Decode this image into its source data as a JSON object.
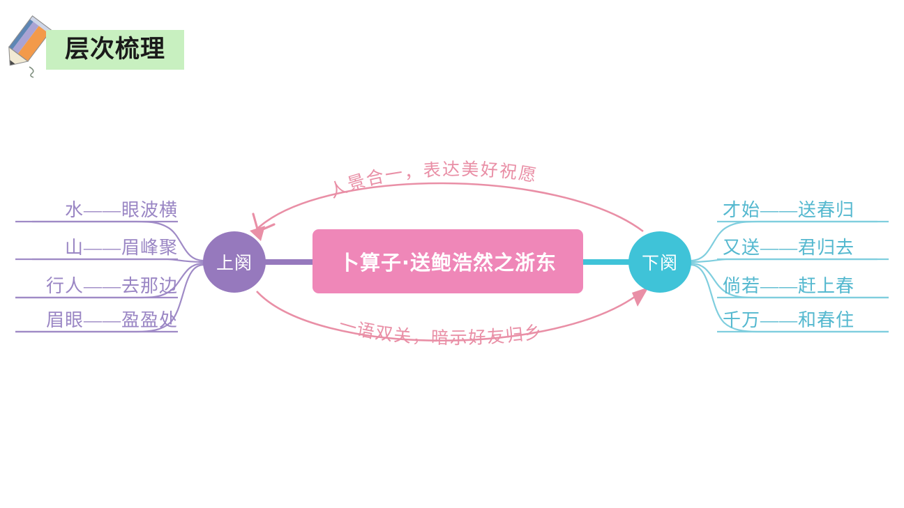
{
  "header": {
    "title": "层次梳理",
    "pencil_icon": "pencil-icon",
    "highlight_color": "#c8f0c0"
  },
  "colors": {
    "left_branch": "#9679bd",
    "left_branch_text": "#9a86c4",
    "right_branch": "#3fc3d8",
    "right_branch_text": "#54b8cf",
    "center": "#ef87b8",
    "arrow": "#e98fa6"
  },
  "center_node": {
    "label": "卜算子·送鲍浩然之浙东"
  },
  "branches": {
    "left": {
      "node_label": "上阕",
      "items": [
        {
          "label": "水——眼波横"
        },
        {
          "label": "山——眉峰聚"
        },
        {
          "label": "行人——去那边"
        },
        {
          "label": "眉眼——盈盈处"
        }
      ]
    },
    "right": {
      "node_label": "下阕",
      "items": [
        {
          "label": "才始——送春归"
        },
        {
          "label": "又送——君归去"
        },
        {
          "label": "倘若——赶上春"
        },
        {
          "label": "千万——和春住"
        }
      ]
    }
  },
  "annotations": {
    "top_arc": "人景合一，表达美好祝愿",
    "bottom_arc": "一语双关，暗示好友归乡"
  }
}
